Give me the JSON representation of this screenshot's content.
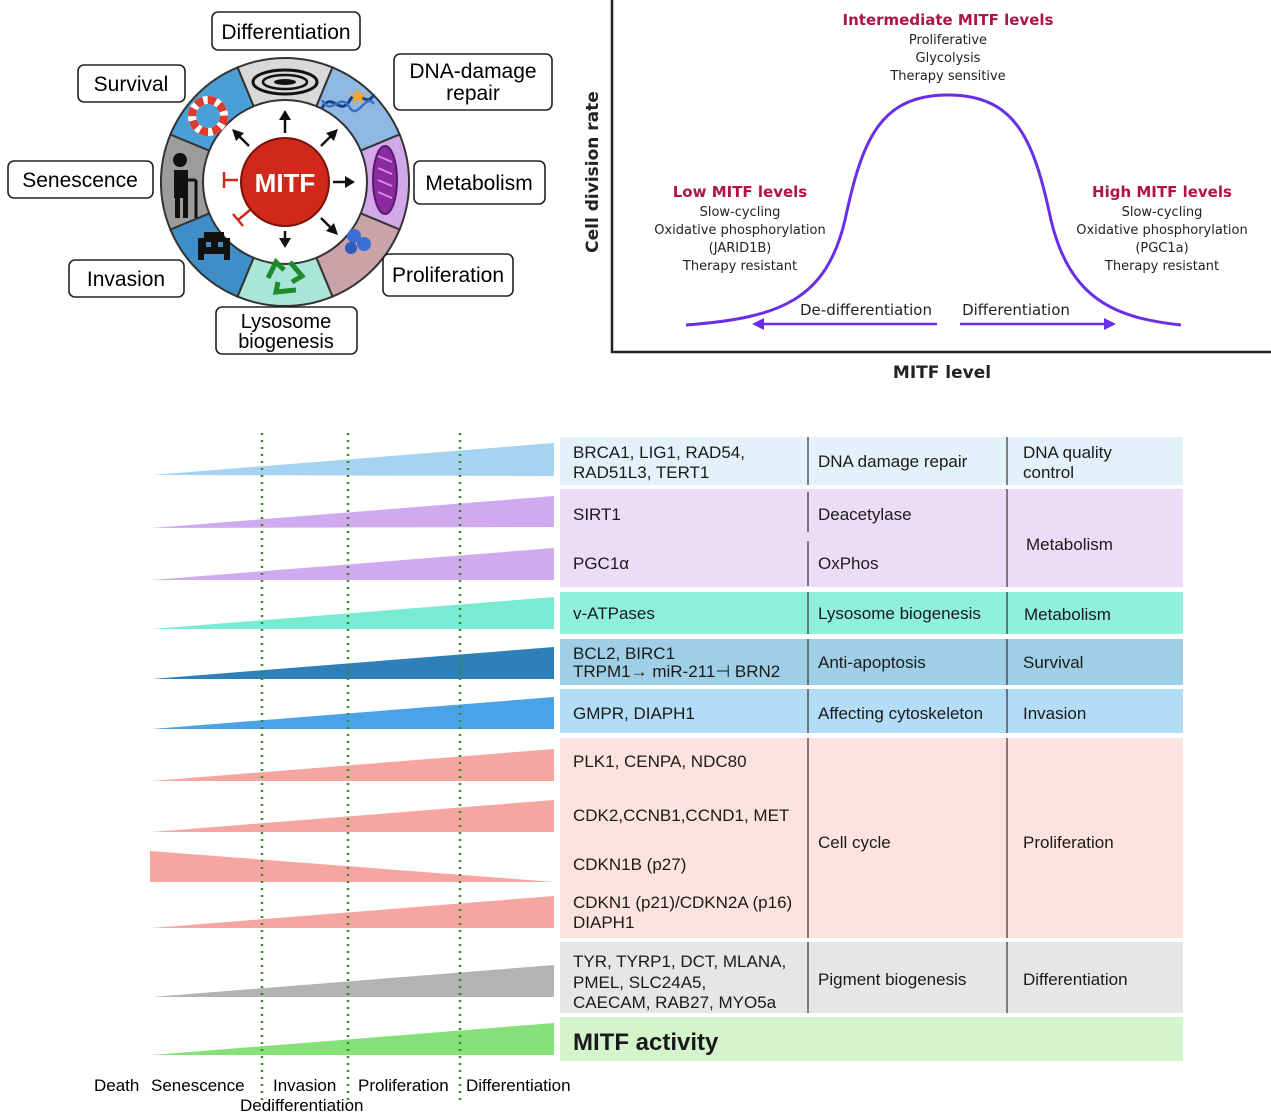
{
  "wheel": {
    "center_label": "MITF",
    "labels": {
      "differentiation": "Differentiation",
      "dna_line1": "DNA-damage",
      "dna_line2": "repair",
      "survival": "Survival",
      "senescence": "Senescence",
      "metabolism": "Metabolism",
      "invasion": "Invasion",
      "proliferation": "Proliferation",
      "lysosome_line1": "Lysosome",
      "lysosome_line2": "biogenesis"
    },
    "segment_colors": [
      "#d9d9d9",
      "#8fb8e3",
      "#d2a8e8",
      "#c9a3a8",
      "#a9e6d8",
      "#3f8ec7",
      "#9c9c9c",
      "#4aa0d6"
    ]
  },
  "curve": {
    "y_axis_label": "Cell division rate",
    "x_axis_label": "MITF level",
    "intermediate": {
      "title": "Intermediate MITF levels",
      "line1": "Proliferative",
      "line2": "Glycolysis",
      "line3": "Therapy sensitive"
    },
    "low": {
      "title": "Low MITF levels",
      "line1": "Slow-cycling",
      "line2": "Oxidative phosphorylation",
      "line3": "(JARID1B)",
      "line4": "Therapy resistant"
    },
    "high": {
      "title": "High MITF levels",
      "line1": "Slow-cycling",
      "line2": "Oxidative phosphorylation",
      "line3": "(PGC1a)",
      "line4": "Therapy resistant"
    },
    "left_arrow_label": "De-differentiation",
    "right_arrow_label": "Differentiation",
    "title_color": "#b0124a",
    "curve_color": "#6a2ee8"
  },
  "table": {
    "rows": [
      {
        "genes": [
          "BRCA1, LIG1, RAD54,",
          "RAD51L3, TERT1"
        ],
        "func": "DNA damage repair",
        "cat": [
          "DNA quality",
          "control"
        ],
        "color": "#e3f1fb",
        "wedge": "#a6d3f2"
      },
      {
        "genes": [
          "SIRT1"
        ],
        "func": "Deacetylase",
        "color": "#ecdcf8",
        "wedge": "#cfaaee"
      },
      {
        "genes": [
          "PGC1α"
        ],
        "func": "OxPhos",
        "color": "#ecdcf8",
        "wedge": "#cfaaee"
      },
      {
        "genes": [
          "v-ATPases"
        ],
        "func": "Lysosome biogenesis",
        "cat": [
          "Metabolism"
        ],
        "color": "#8ff0dc",
        "wedge": "#7aebd3"
      },
      {
        "genes": [
          "BCL2, BIRC1",
          "TRPM1→ miR-211⊣ BRN2"
        ],
        "func": "Anti-apoptosis",
        "cat": [
          "Survival"
        ],
        "color": "#9fcfe6",
        "wedge": "#2f7fb8"
      },
      {
        "genes": [
          "GMPR, DIAPH1"
        ],
        "func": "Affecting cytoskeleton",
        "cat": [
          "Invasion"
        ],
        "color": "#b3dcf7",
        "wedge": "#4aa3e6"
      },
      {
        "genes": [
          "PLK1, CENPA, NDC80"
        ],
        "color": "#fde3df",
        "wedge": "#f6a5a0"
      },
      {
        "genes": [
          "CDK2,CCNB1,CCND1, MET"
        ],
        "color": "#fde3df",
        "wedge": "#f6a5a0"
      },
      {
        "genes": [
          "CDKN1B (p27)"
        ],
        "color": "#fde3df",
        "wedge": "#f6a5a0"
      },
      {
        "genes": [
          "CDKN1 (p21)/CDKN2A (p16)",
          "DIAPH1"
        ],
        "color": "#fde3df",
        "wedge": "#f6a5a0"
      },
      {
        "genes": [
          "TYR, TYRP1, DCT, MLANA,",
          "PMEL, SLC24A5,",
          "CAECAM, RAB27, MYO5a"
        ],
        "func": "Pigment biogenesis",
        "cat": [
          "Differentiation"
        ],
        "color": "#e6e6e6",
        "wedge": "#b3b3b3"
      }
    ],
    "metabolism_merged": "Metabolism",
    "cell_cycle": "Cell cycle",
    "proliferation": "Proliferation",
    "mitf_activity": "MITF activity",
    "mitf_activity_color": "#d4f5cc",
    "mitf_wedge": "#86e07a"
  },
  "axis": {
    "death": "Death",
    "senescence": "Senescence",
    "invasion": "Invasion",
    "proliferation": "Proliferation",
    "differentiation": "Differentiation",
    "dedifferentiation": "Dedifferentiation"
  }
}
